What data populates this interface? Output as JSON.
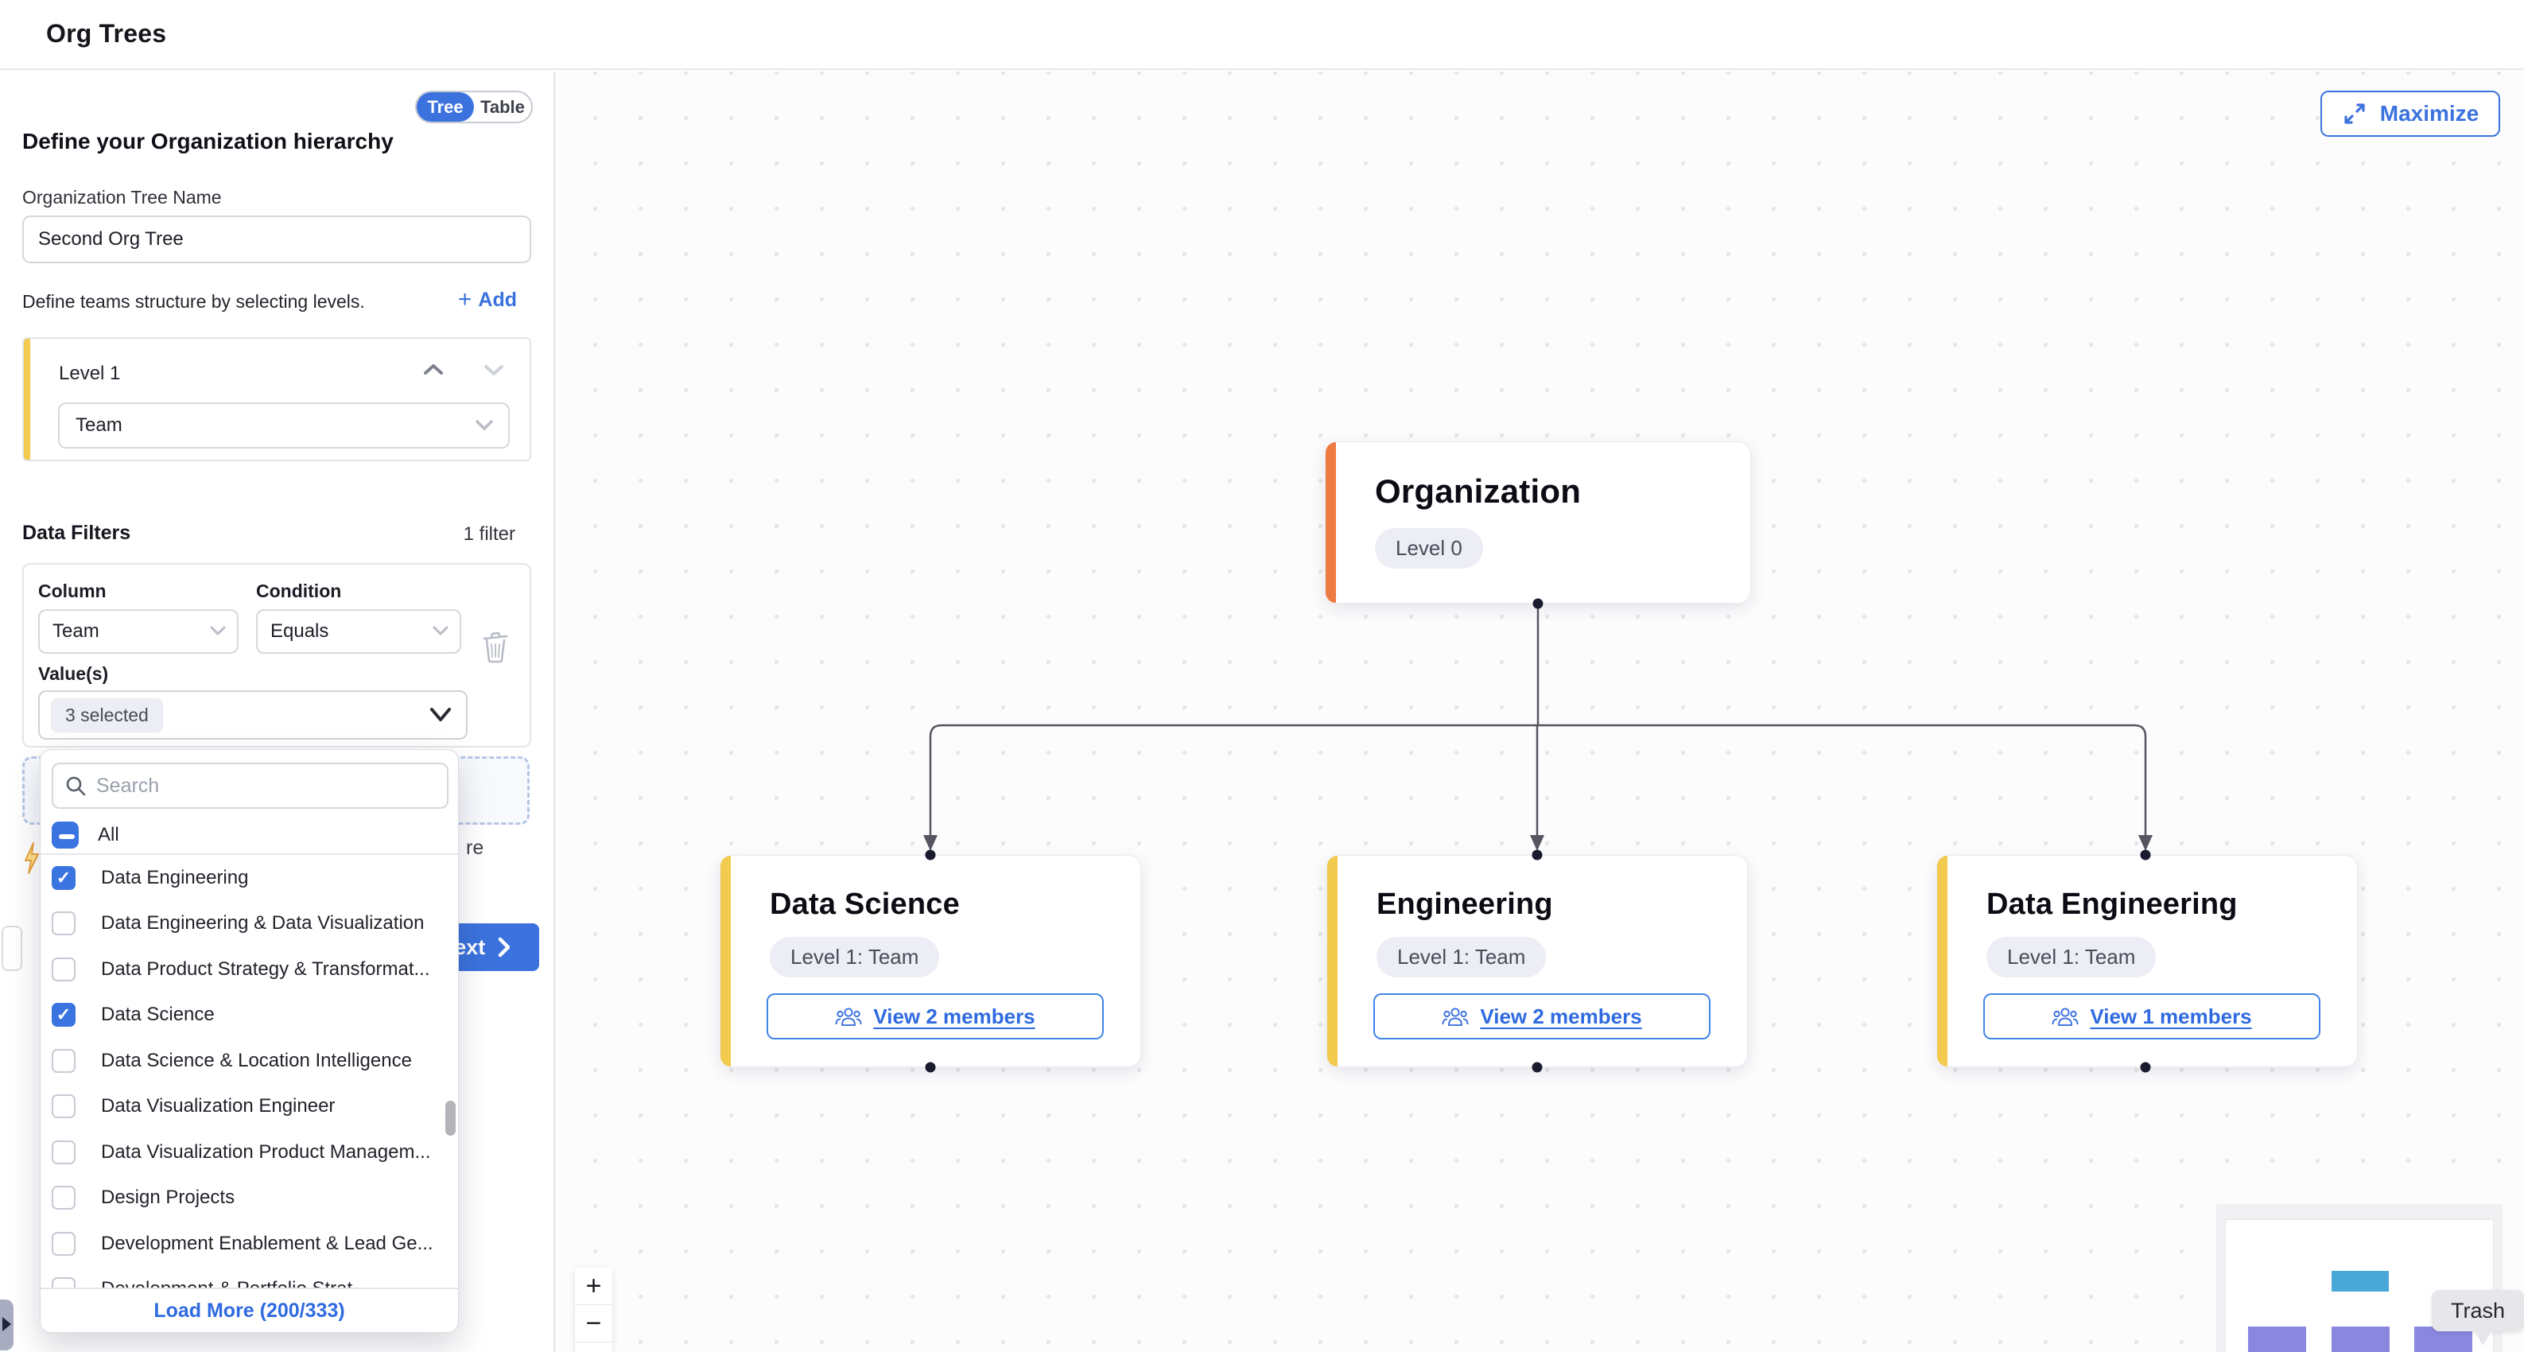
{
  "header": {
    "title": "Org Trees"
  },
  "view_toggle": {
    "tree": "Tree",
    "table": "Table",
    "selected": "Tree"
  },
  "panel": {
    "heading": "Define your Organization hierarchy",
    "tree_name_label": "Organization Tree Name",
    "tree_name_value": "Second Org Tree",
    "levels_hint": "Define teams structure by selecting levels.",
    "add_label": "Add",
    "level": {
      "title": "Level 1",
      "value": "Team"
    },
    "filters_title": "Data Filters",
    "filters_count": "1 filter",
    "column_label": "Column",
    "column_value": "Team",
    "condition_label": "Condition",
    "condition_value": "Equals",
    "values_label": "Value(s)",
    "values_value": "3 selected",
    "obscured_fragment": "re",
    "next_label": "Next"
  },
  "dropdown": {
    "search_placeholder": "Search",
    "all_label": "All",
    "all_state": "indeterminate",
    "options": [
      {
        "label": "Data Engineering",
        "checked": true
      },
      {
        "label": "Data Engineering & Data Visualization",
        "checked": false
      },
      {
        "label": "Data Product Strategy & Transformat...",
        "checked": false
      },
      {
        "label": "Data Science",
        "checked": true
      },
      {
        "label": "Data Science & Location Intelligence",
        "checked": false
      },
      {
        "label": "Data Visualization Engineer",
        "checked": false
      },
      {
        "label": "Data Visualization Product Managem...",
        "checked": false
      },
      {
        "label": "Design Projects",
        "checked": false
      },
      {
        "label": "Development Enablement & Lead Ge...",
        "checked": false
      },
      {
        "label": "Development & Portfolio Strat...",
        "checked": false
      }
    ],
    "load_more": "Load More (200/333)"
  },
  "canvas": {
    "maximize": "Maximize",
    "root": {
      "title": "Organization",
      "badge": "Level 0"
    },
    "children": [
      {
        "title": "Data Science",
        "badge": "Level 1: Team",
        "members": "View 2 members"
      },
      {
        "title": "Engineering",
        "badge": "Level 1: Team",
        "members": "View 2 members"
      },
      {
        "title": "Data Engineering",
        "badge": "Level 1: Team",
        "members": "View 1 members"
      }
    ],
    "zoom_in": "+",
    "zoom_out": "−",
    "tooltip": "Trash"
  },
  "colors": {
    "brand_blue": "#3b72dd",
    "link_blue": "#2f6ae0",
    "accent_orange": "#ee7b42",
    "accent_yellow": "#f2ca4e",
    "badge_bg": "#ededf5"
  }
}
